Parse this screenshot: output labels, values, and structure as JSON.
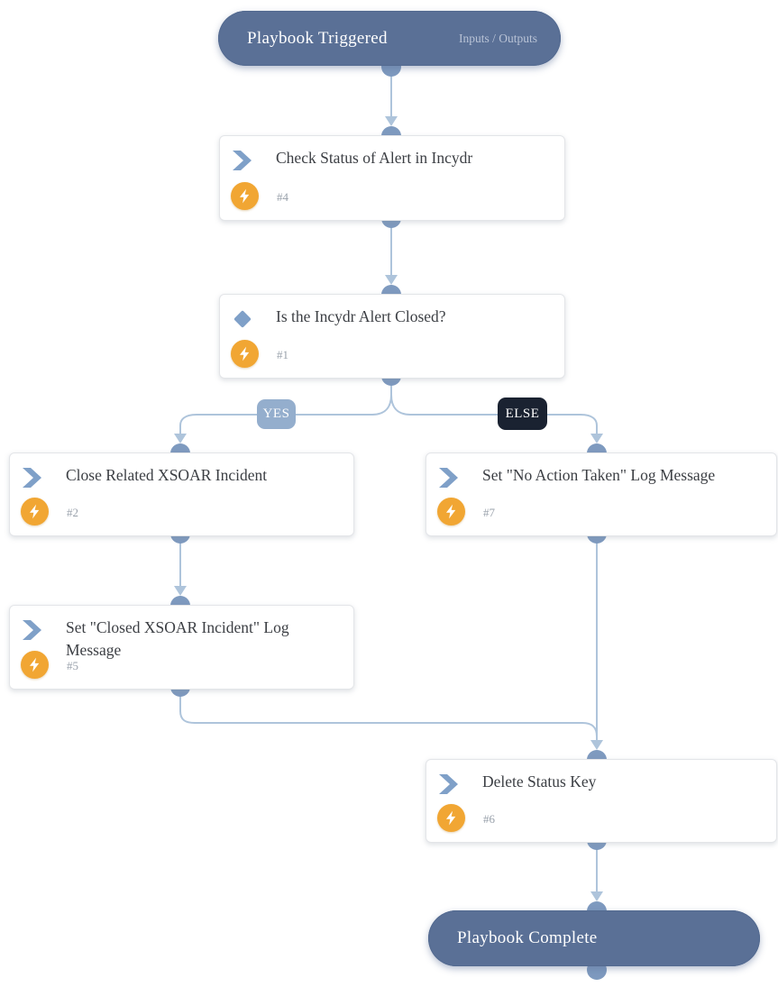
{
  "header": {
    "title": "Playbook Triggered",
    "io_label": "Inputs / Outputs"
  },
  "footer": {
    "title": "Playbook Complete"
  },
  "branch_labels": {
    "yes": "YES",
    "else": "ELSE"
  },
  "tasks": [
    {
      "id": "#4",
      "title": "Check Status of Alert in Incydr",
      "type": "task",
      "icon": "chevron-right-icon"
    },
    {
      "id": "#1",
      "title": "Is the Incydr Alert Closed?",
      "type": "condition",
      "icon": "diamond-icon"
    },
    {
      "id": "#2",
      "title": "Close Related XSOAR Incident",
      "type": "task",
      "icon": "chevron-right-icon"
    },
    {
      "id": "#7",
      "title": "Set \"No Action Taken\" Log Message",
      "type": "task",
      "icon": "chevron-right-icon"
    },
    {
      "id": "#5",
      "title": "Set \"Closed XSOAR Incident\" Log Message",
      "type": "task",
      "icon": "chevron-right-icon"
    },
    {
      "id": "#6",
      "title": "Delete Status Key",
      "type": "task",
      "icon": "chevron-right-icon"
    }
  ],
  "icons": {
    "task": "chevron-right-icon",
    "condition": "diamond-icon",
    "automation": "lightning-bolt-icon"
  },
  "colors": {
    "terminal_pill": "#5a7096",
    "node": "#7e9abf",
    "connector_line": "#aec4db",
    "task_icon_blue": "#7fa0c8",
    "automation_orange": "#f1a633",
    "yes_label": "#94aecd",
    "else_label": "#1a2231",
    "title_text": "#3c3f44",
    "id_text": "#99a1ab",
    "box_border": "#e3e5e8"
  }
}
